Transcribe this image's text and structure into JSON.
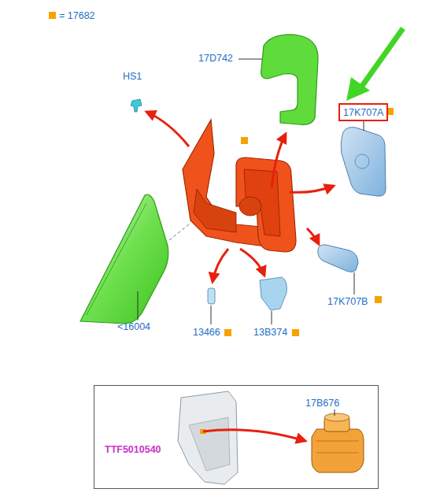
{
  "diagram": {
    "nodes": [
      {
        "text": [
          "17K707A"
        ]
      },
      {
        "text": [
          "TTF5010540",
          "17B676"
        ]
      }
    ],
    "labels": [
      "HS1",
      "17D742",
      "<16004",
      "13466",
      "13B374",
      "17K707B"
    ],
    "legend": [
      {
        "text": "= 17682",
        "color": "#f5a300"
      }
    ]
  }
}
